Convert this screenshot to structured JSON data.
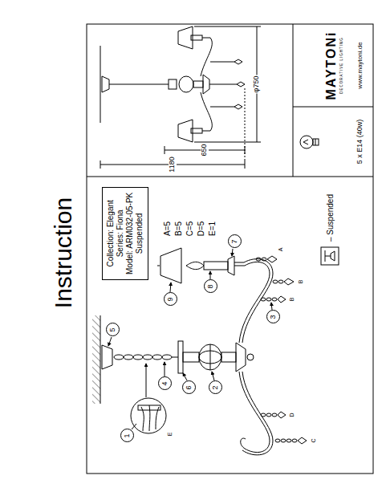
{
  "diagram": {
    "nodes": [
      {
        "text": [
          "Collection: Elegant",
          "Series: Fiona",
          "Model: ARM032-05-PK",
          "Suspended"
        ]
      },
      {
        "text": [
          "1"
        ]
      },
      {
        "text": [
          "2"
        ]
      },
      {
        "text": [
          "3"
        ]
      },
      {
        "text": [
          "4"
        ]
      },
      {
        "text": [
          "5"
        ]
      },
      {
        "text": [
          "6"
        ]
      },
      {
        "text": [
          "7"
        ]
      },
      {
        "text": [
          "8"
        ]
      },
      {
        "text": [
          "9"
        ]
      },
      {
        "text": [
          "5 x E14 (40w)"
        ]
      },
      {
        "text": [
          "MAYTONi",
          "DECORATIVE LIGHTING",
          "www.maytoni.de"
        ]
      }
    ],
    "labels": [
      "Instruction",
      "A=5",
      "B=5",
      "C=5",
      "D=5",
      "E=1",
      "A",
      "B",
      "B",
      "C",
      "D",
      "E",
      "– Suspended",
      "1180",
      "650",
      "φ750"
    ]
  }
}
